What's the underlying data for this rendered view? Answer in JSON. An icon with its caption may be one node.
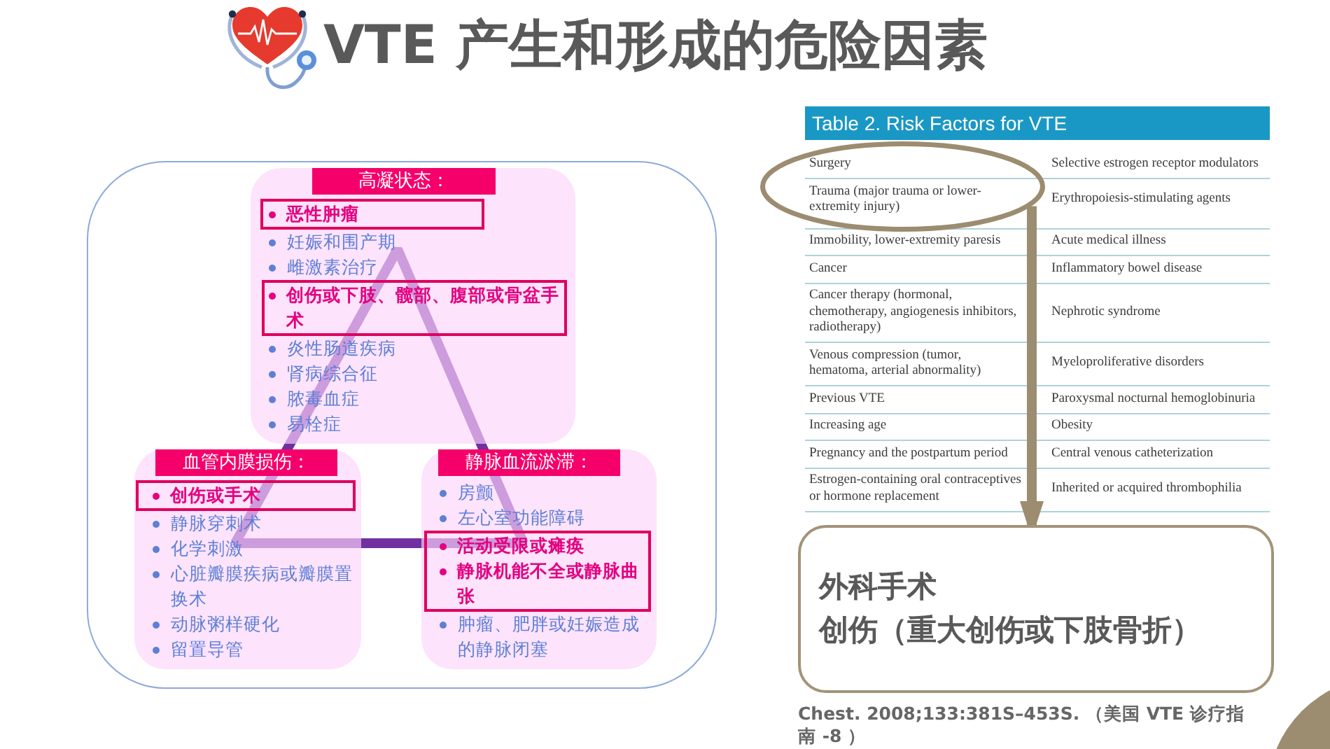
{
  "diagram": {
    "title": "VTE 产生和形成的危险因素",
    "caption": "Chest. 2008;133:381S–453S. （美国 VTE 诊疗指南 -8 ）",
    "nodes": [
      {
        "text": [],
        "shape": "box"
      },
      {
        "text": [
          "高凝状态：",
          "妊娠和围产期",
          "雌激素治疗",
          "炎性肠道疾病",
          "肾病综合征",
          "脓毒血症",
          "易栓症"
        ],
        "in": 0
      },
      {
        "text": [
          "恶性肿瘤"
        ],
        "in": 1
      },
      {
        "text": [
          "创伤或下肢、髋部、腹部或骨盆手术"
        ],
        "in": 1
      },
      {
        "text": [
          "血管内膜损伤：",
          "静脉穿刺术",
          "化学刺激",
          "心脏瓣膜疾病或瓣膜置换术",
          "动脉粥样硬化",
          "留置导管"
        ],
        "in": 0
      },
      {
        "text": [
          "创伤或手术"
        ],
        "in": 4
      },
      {
        "text": [
          "静脉血流淤滞：",
          "房颤",
          "左心室功能障碍",
          "肿瘤、肥胖或妊娠造成的静脉闭塞"
        ],
        "in": 0
      },
      {
        "text": [
          "活动受限或瘫痪",
          "静脉机能不全或静脉曲张"
        ],
        "in": 6
      },
      {
        "text": [],
        "shape": "ellipse"
      },
      {
        "text": [
          "外科手术",
          "创伤（重大创伤或下肢骨折）"
        ]
      }
    ],
    "edges": [
      {
        "from": 8,
        "to": 9,
        "arrow": "to",
        "color": "#9c8c70"
      }
    ],
    "labels": [
      "Table 2. Risk Factors for VTE",
      "Surgery",
      "Selective estrogen receptor modulators",
      "Trauma (major trauma or lower-extremity injury)",
      "Erythropoiesis-stimulating agents",
      "Immobility, lower-extremity paresis",
      "Acute medical illness",
      "Cancer",
      "Inflammatory bowel disease",
      "Cancer therapy (hormonal, chemotherapy, angiogenesis inhibitors, radiotherapy)",
      "Nephrotic syndrome",
      "Venous compression (tumor, hematoma, arterial abnormality)",
      "Myeloproliferative disorders",
      "Previous VTE",
      "Paroxysmal nocturnal hemoglobinuria",
      "Increasing age",
      "Obesity",
      "Pregnancy and the postpartum period",
      "Central venous catheterization",
      "Estrogen-containing oral contraceptives or hormone replacement",
      "Inherited or acquired thrombophilia"
    ]
  }
}
